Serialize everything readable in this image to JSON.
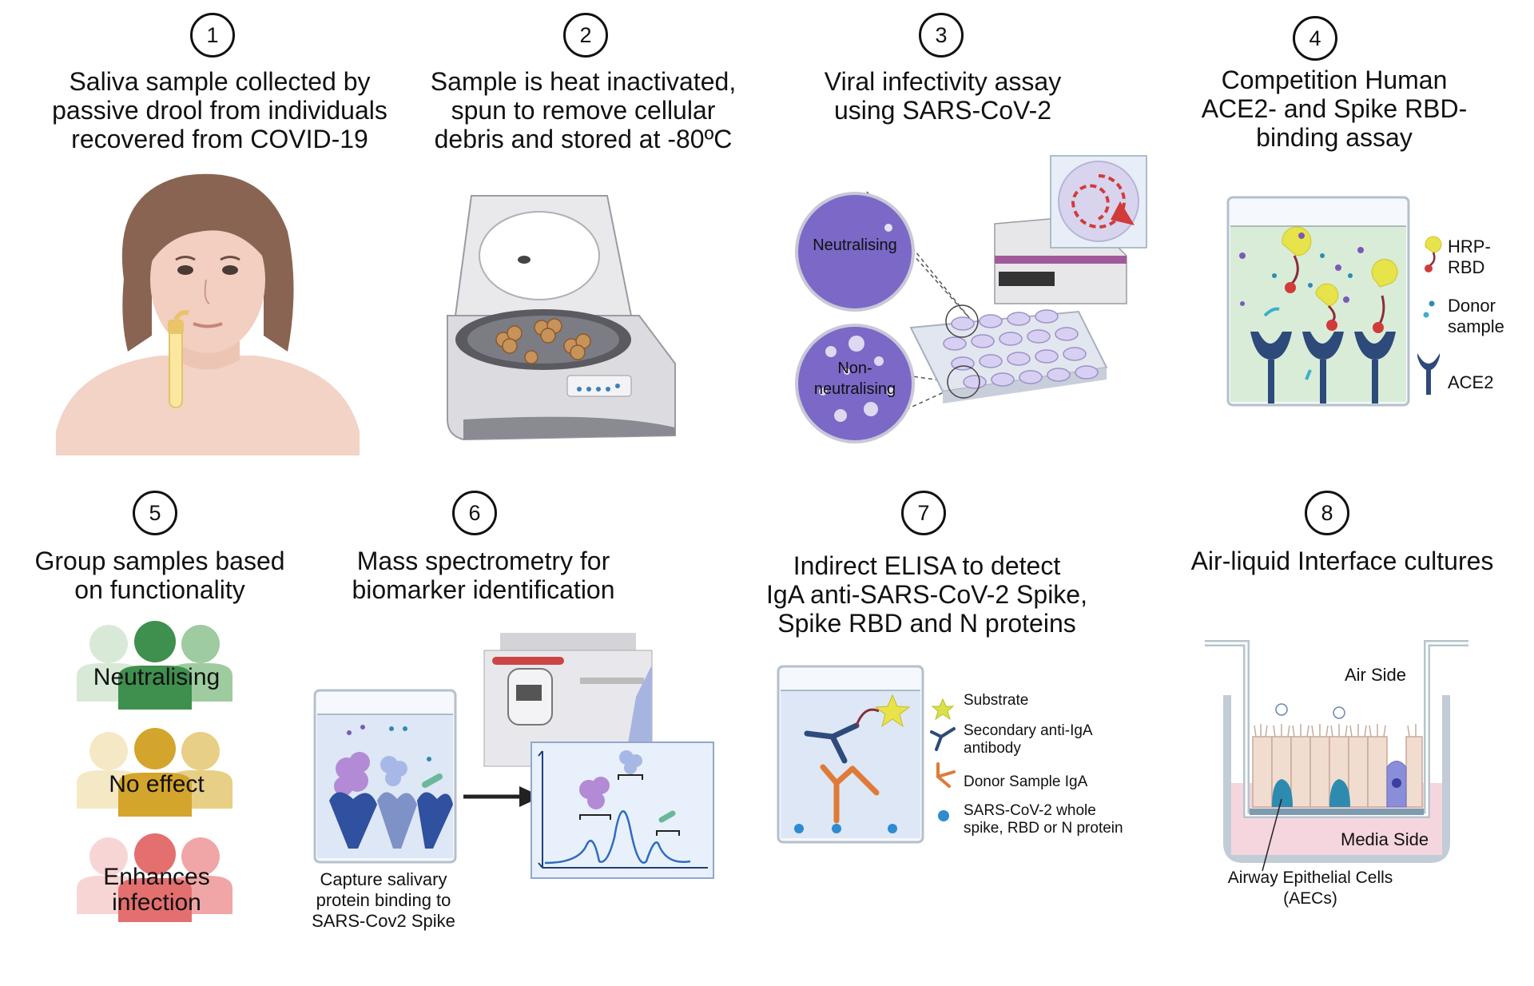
{
  "steps": [
    {
      "num": "1",
      "title": "Saliva sample collected by\npassive drool from individuals\nrecovered from COVID-19"
    },
    {
      "num": "2",
      "title": "Sample is heat inactivated,\nspun to remove cellular\ndebris and stored at -80ºC"
    },
    {
      "num": "3",
      "title": "Viral infectivity assay\nusing SARS-CoV-2"
    },
    {
      "num": "4",
      "title": "Competition Human\nACE2- and Spike RBD-\nbinding assay"
    },
    {
      "num": "5",
      "title": "Group samples based\non functionality"
    },
    {
      "num": "6",
      "title": "Mass spectrometry for\nbiomarker identification"
    },
    {
      "num": "7",
      "title": "Indirect ELISA to detect\nIgA anti-SARS-CoV-2 Spike,\nSpike RBD and N proteins"
    },
    {
      "num": "8",
      "title": "Air-liquid Interface cultures"
    }
  ],
  "assay3": {
    "neutralising": "Neutralising",
    "non_neutralising": "Non-\nneutralising"
  },
  "assay4": {
    "hrp_rbd": "HRP-\nRBD",
    "donor_sample": "Donor\nsample",
    "ace2": "ACE2"
  },
  "groups": [
    {
      "label": "Neutralising",
      "color_front": "#3f8f4e",
      "color_back": "#9ecb9f",
      "color_light": "#d8ead7"
    },
    {
      "label": "No effect",
      "color_front": "#d4a52c",
      "color_back": "#e8cf86",
      "color_light": "#f5e8c5"
    },
    {
      "label": "Enhances\ninfection",
      "color_front": "#e36f6f",
      "color_back": "#f0a6a6",
      "color_light": "#f8d5d5"
    }
  ],
  "mass_spec": {
    "capture_label": "Capture salivary\nprotein binding to\nSARS-Cov2 Spike"
  },
  "elisa": {
    "legend": [
      {
        "label": "Substrate",
        "icon": "star-icon"
      },
      {
        "label": "Secondary anti-IgA\nantibody",
        "icon": "secondary-antibody-icon"
      },
      {
        "label": "Donor Sample IgA",
        "icon": "donor-iga-icon"
      },
      {
        "label": "SARS-CoV-2 whole\nspike, RBD or N protein",
        "icon": "antigen-dot-icon"
      }
    ]
  },
  "ali": {
    "air_side": "Air Side",
    "media_side": "Media Side",
    "cells": "Airway Epithelial Cells\n(AECs)"
  }
}
